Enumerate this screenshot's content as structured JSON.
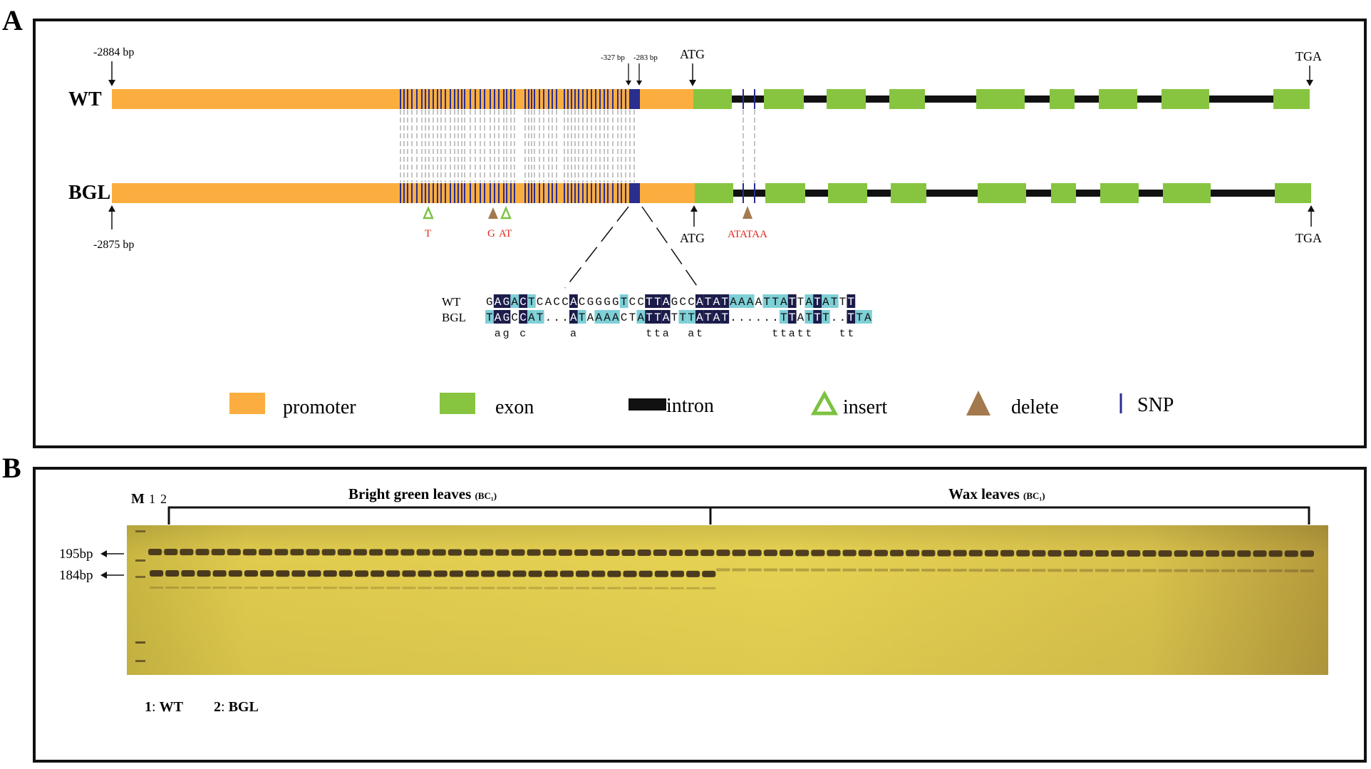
{
  "panel_a": {
    "label": "A",
    "wt": {
      "name": "WT",
      "start_label": "-2884 bp",
      "atg_label": "ATG",
      "stop_label": "TGA",
      "marker_327": "-327 bp",
      "marker_283": "-283 bp"
    },
    "bgl": {
      "name": "BGL",
      "start_label": "-2875 bp",
      "atg_label": "ATG",
      "stop_label": "TGA",
      "variant_labels": [
        "T",
        "G",
        "AT",
        "ATATAA"
      ]
    },
    "alignment": {
      "wt_label": "WT",
      "bgl_label": "BGL",
      "wt_sequence": "GAGACTCACCACGGGGTCCTTAGCCATATAAAATTATTATATTT",
      "bgl_sequence": "TAGCCAT...ATAAAACTATTATTTATAT......TTATTT..TTA",
      "consensus": " ag c     a        tta  at        ttatt   tt "
    },
    "legend": [
      {
        "label": "promoter",
        "icon": "orange-box"
      },
      {
        "label": "exon",
        "icon": "green-box"
      },
      {
        "label": "intron",
        "icon": "black-bar"
      },
      {
        "label": "insert",
        "icon": "hollow-triangle"
      },
      {
        "label": "delete",
        "icon": "filled-triangle"
      },
      {
        "label": "SNP",
        "icon": "vertical-line"
      }
    ],
    "colors": {
      "promoter": "#FBAE3F",
      "exon": "#87C540",
      "intron": "#111111",
      "snp": "#2A2E8F",
      "insert": "#7CC242",
      "delete": "#A4794D",
      "variant_text": "#E0281C",
      "align_match_dark": "#1B1B4A",
      "align_match_light": "#7ECFD6"
    }
  },
  "panel_b": {
    "label": "B",
    "lane_labels": {
      "marker": "M",
      "lane1": "1",
      "lane2": "2"
    },
    "group_1": {
      "name": "Bright green leaves",
      "suffix": "(BC₁)"
    },
    "group_2": {
      "name": "Wax leaves",
      "suffix": "(BC₁)"
    },
    "band_labels": [
      "195bp",
      "184bp"
    ],
    "key": [
      {
        "num": "1",
        "name": "WT"
      },
      {
        "num": "2",
        "name": "BGL"
      }
    ],
    "colors": {
      "gel": "#E2CD4E",
      "band": "#3A2A18"
    }
  }
}
